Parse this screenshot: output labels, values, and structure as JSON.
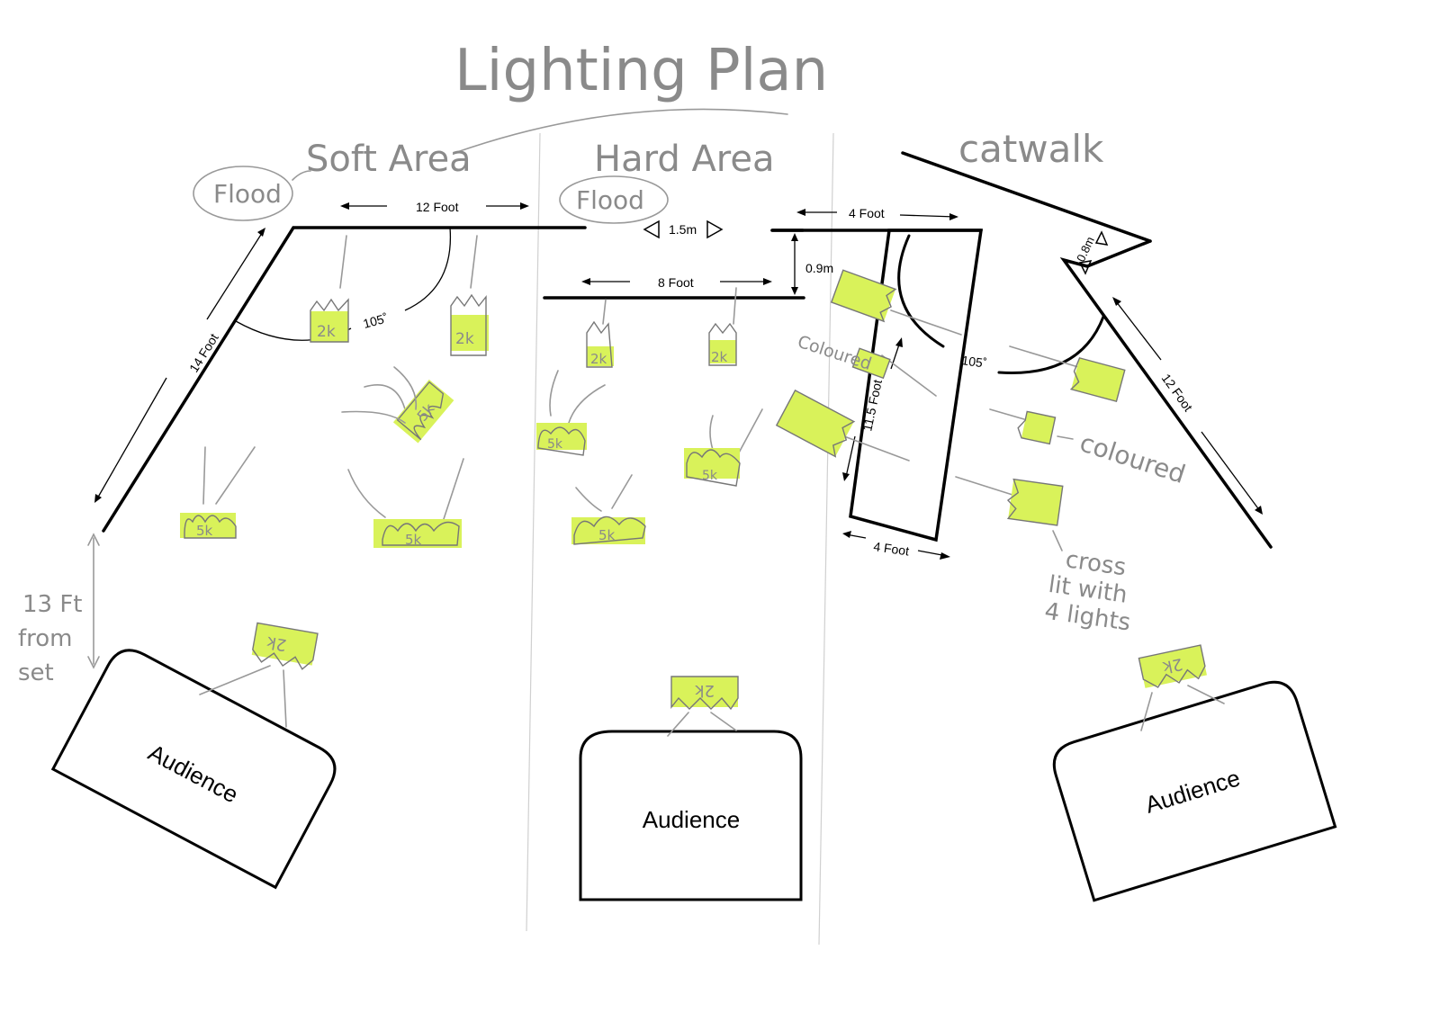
{
  "title": "Lighting Plan",
  "areas": {
    "soft": "Soft Area",
    "hard": "Hard Area",
    "catwalk": "catwalk"
  },
  "flood_labels": [
    "Flood",
    "Flood"
  ],
  "dimensions": {
    "soft_width": "12 Foot",
    "soft_depth": "14 Foot",
    "gap": "1.5m",
    "hard_width": "8 Foot",
    "hard_depth": "0.9m",
    "cat_top_width": "4 Foot",
    "cat_bottom_width": "4 Foot",
    "cat_length": "11.5 Foot",
    "cat_gap": "0.8m",
    "cat_side": "12 Foot",
    "distance_from_set": "13 Ft\nfrom\nset"
  },
  "angles": {
    "soft": "105˚",
    "catwalk": "105˚"
  },
  "fixture_labels": {
    "soft_top_left": "2k",
    "soft_top_right": "2k",
    "soft_mid": "5k",
    "soft_bottom_left": "5k",
    "soft_bottom_right": "5k",
    "hard_top_left": "2k",
    "hard_top_right": "2k",
    "hard_mid_left": "5k",
    "hard_mid_right": "5k",
    "hard_bottom": "5k",
    "audience_left": "2k",
    "audience_center": "2k",
    "audience_right": "2k"
  },
  "notes": {
    "coloured_upper": "Coloured",
    "coloured_lower": "coloured",
    "cross_lit": "cross\nlit with\n4 lights"
  },
  "audience_labels": [
    "Audience",
    "Audience",
    "Audience"
  ],
  "colors": {
    "highlight": "#d9f25a",
    "ink": "#000000",
    "pencil": "#8a8a8a"
  }
}
